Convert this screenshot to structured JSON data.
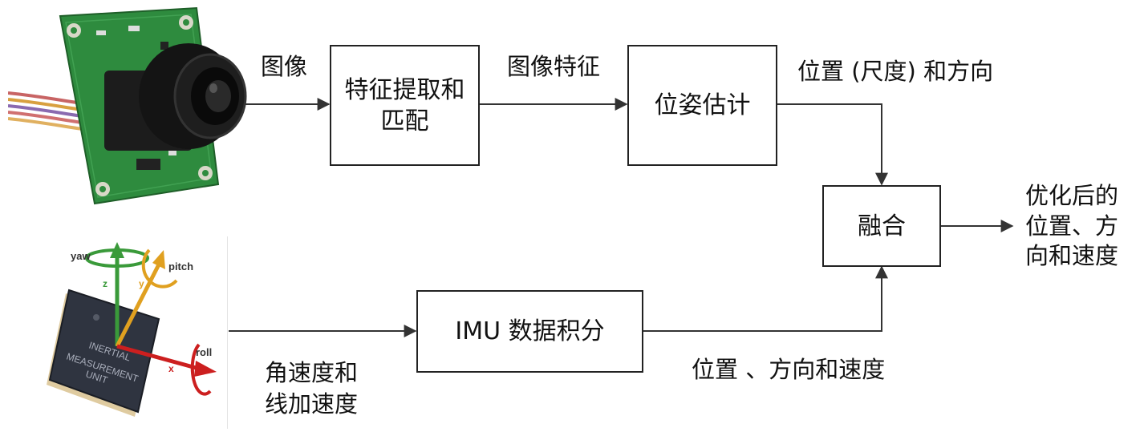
{
  "camera": {
    "icon": "camera-module-icon"
  },
  "imu": {
    "icon": "imu-chip-icon",
    "chip_text": [
      "INERTIAL",
      "MEASUREMENT",
      "UNIT"
    ],
    "axes": {
      "yaw": "yaw",
      "pitch": "pitch",
      "roll": "roll",
      "z": "z",
      "y": "y",
      "x": "x"
    }
  },
  "boxes": {
    "feature": "特征提取和\n匹配",
    "pose": "位姿估计",
    "fusion": "融合",
    "imu_integration": "IMU 数据积分"
  },
  "labels": {
    "image": "图像",
    "image_features": "图像特征",
    "pose_out": "位置 (尺度) 和方向",
    "optimized": "优化后的\n位置、方\n向和速度",
    "imu_in": "角速度和\n线加速度",
    "imu_out": "位置 、方向和速度"
  },
  "colors": {
    "line": "#333333",
    "pcb": "#2e8b3e",
    "lens": "#141414",
    "chip": "#2f3440",
    "yaw": "#3a9a3a",
    "pitch": "#e0a020",
    "roll": "#cc1f1f"
  }
}
